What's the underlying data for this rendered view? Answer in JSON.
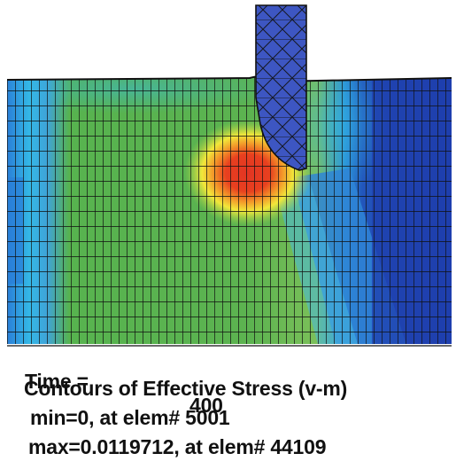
{
  "caption": {
    "time_label": "Time =",
    "time_value": "400",
    "title": "Contours of Effective Stress (v-m)",
    "min_text": "min=0, at elem# 5001",
    "max_text": "max=0.0119712, at elem# 44109"
  },
  "contour_colors": {
    "background": "#ffffff",
    "low": "#1f3fae",
    "low_mid": "#2a7fd8",
    "cyan": "#34b8e6",
    "green": "#57b34f",
    "yellow": "#f2e83a",
    "orange": "#f39a2a",
    "high": "#e23523",
    "mesh_line": "#101010",
    "tool": "#3d56c2"
  }
}
